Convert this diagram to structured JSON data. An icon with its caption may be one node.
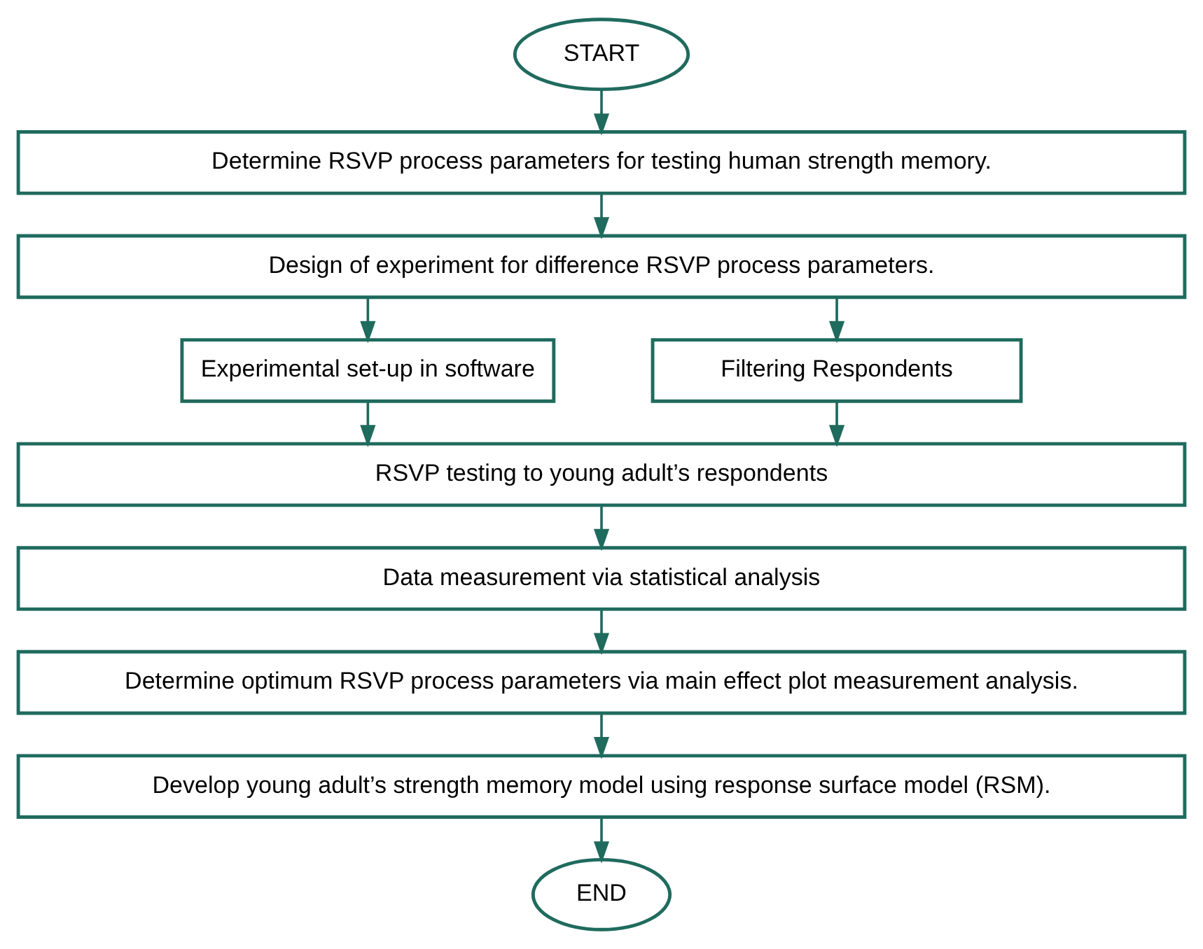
{
  "diagram": {
    "nodes": [
      {
        "text": [
          "START"
        ]
      },
      {
        "text": [
          "Determine RSVP process parameters for testing human strength memory."
        ]
      },
      {
        "text": [
          "Design of experiment for difference RSVP process parameters."
        ]
      },
      {
        "text": [
          "Experimental set-up in software"
        ]
      },
      {
        "text": [
          "Filtering Respondents"
        ]
      },
      {
        "text": [
          "RSVP testing to young adult’s respondents"
        ]
      },
      {
        "text": [
          "Data measurement via statistical analysis"
        ]
      },
      {
        "text": [
          "Determine optimum RSVP process parameters via main effect plot measurement analysis."
        ]
      },
      {
        "text": [
          "Develop young adult’s strength memory model using response surface model (RSM)."
        ]
      },
      {
        "text": [
          "END"
        ]
      }
    ],
    "edges": [
      {
        "from": 0,
        "to": 1,
        "arrow": "to"
      },
      {
        "from": 1,
        "to": 2,
        "arrow": "to"
      },
      {
        "from": 2,
        "to": 3,
        "arrow": "to"
      },
      {
        "from": 2,
        "to": 4,
        "arrow": "to"
      },
      {
        "from": 3,
        "to": 5,
        "arrow": "to"
      },
      {
        "from": 4,
        "to": 5,
        "arrow": "to"
      },
      {
        "from": 5,
        "to": 6,
        "arrow": "to"
      },
      {
        "from": 6,
        "to": 7,
        "arrow": "to"
      },
      {
        "from": 7,
        "to": 8,
        "arrow": "to"
      },
      {
        "from": 8,
        "to": 9,
        "arrow": "to"
      }
    ]
  }
}
